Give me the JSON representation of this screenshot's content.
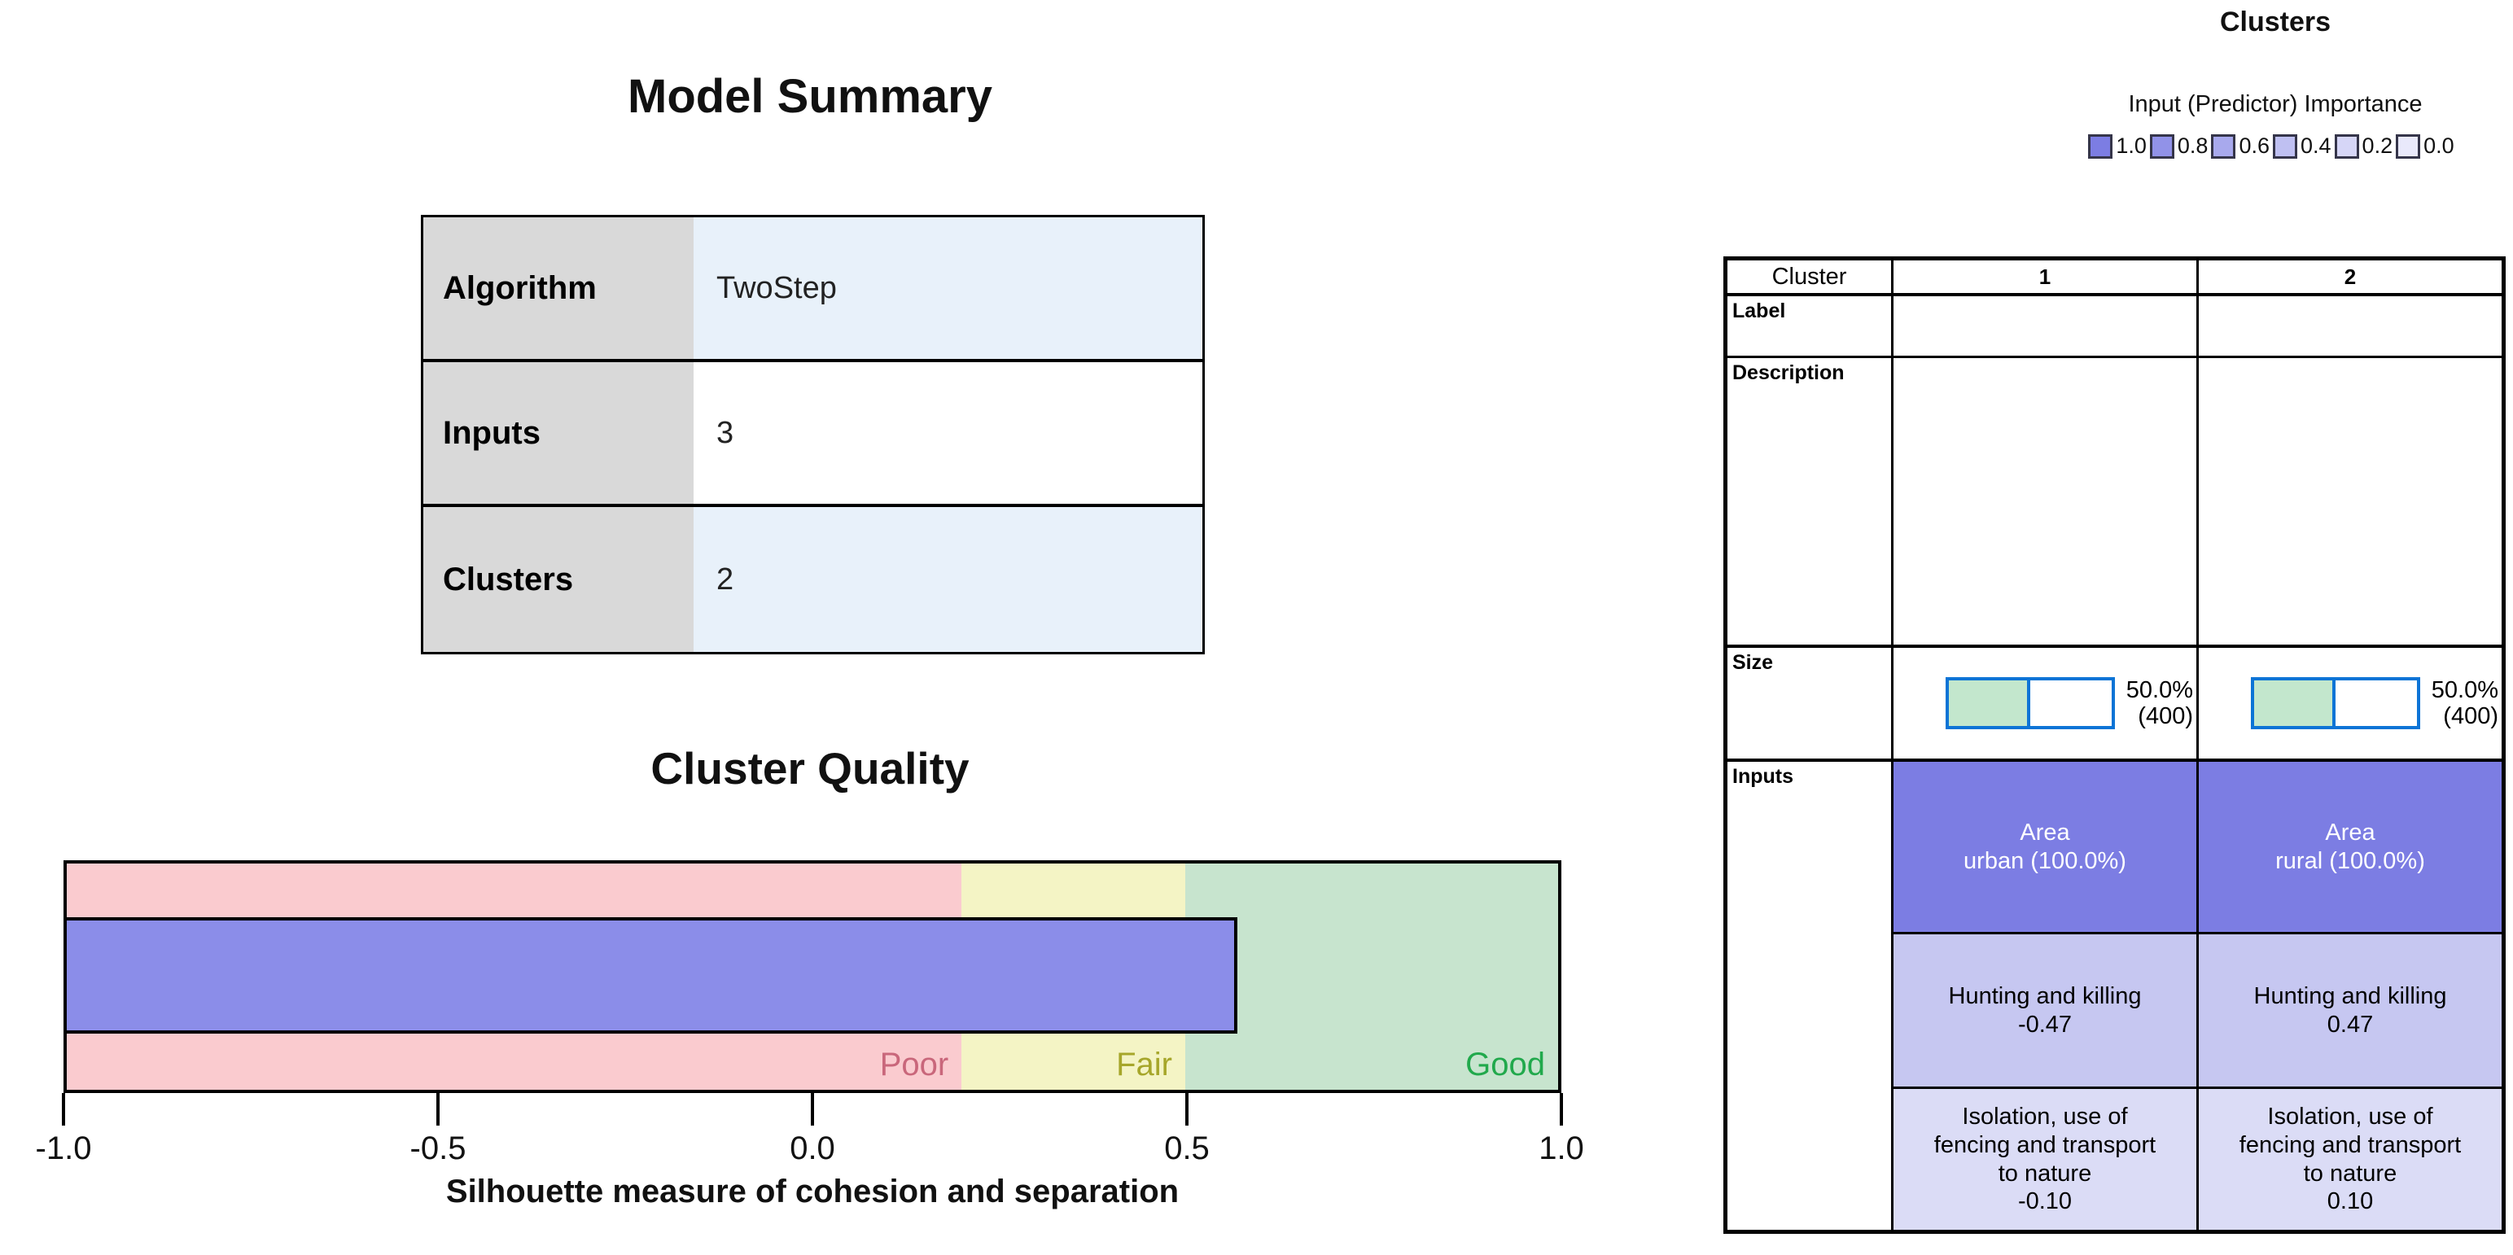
{
  "model_summary": {
    "title": "Model Summary",
    "rows": [
      {
        "label": "Algorithm",
        "value": "TwoStep"
      },
      {
        "label": "Inputs",
        "value": "3"
      },
      {
        "label": "Clusters",
        "value": "2"
      }
    ]
  },
  "cluster_quality": {
    "title": "Cluster Quality",
    "xlabel": "Silhouette measure of cohesion and separation",
    "xlim": [
      -1,
      1
    ],
    "ticks": [
      "-1.0",
      "-0.5",
      "0.0",
      "0.5",
      "1.0"
    ],
    "zones": [
      {
        "label": "Poor",
        "from": -1.0,
        "to": 0.2,
        "color": "#FACBCF",
        "label_color": "#C9677B"
      },
      {
        "label": "Fair",
        "from": 0.2,
        "to": 0.5,
        "color": "#F4F4C5",
        "label_color": "#A6A62A"
      },
      {
        "label": "Good",
        "from": 0.5,
        "to": 1.0,
        "color": "#C7E4CE",
        "label_color": "#21A94C"
      }
    ],
    "bar": {
      "value": 0.57,
      "from": -1.0,
      "color": "#8B8DE9"
    }
  },
  "clusters_panel": {
    "title": "Clusters",
    "subtitle": "Input (Predictor) Importance",
    "legend": [
      {
        "label": "1.0",
        "color": "#7C7DE3"
      },
      {
        "label": "0.8",
        "color": "#9192E8"
      },
      {
        "label": "0.6",
        "color": "#A8A9ED"
      },
      {
        "label": "0.4",
        "color": "#BFC0F2"
      },
      {
        "label": "0.2",
        "color": "#D6D6F7"
      },
      {
        "label": "0.0",
        "color": "#E9E9FB"
      }
    ],
    "table": {
      "corner": "Cluster",
      "col1": "1",
      "col2": "2",
      "row_labels": {
        "label": "Label",
        "description": "Description",
        "size": "Size",
        "inputs": "Inputs"
      },
      "size": {
        "bar_fill_color": "#C3E7CD",
        "bar_border_color": "#0C74D6",
        "c1": {
          "percent": "50.0%",
          "count": "(400)",
          "fraction": 0.5
        },
        "c2": {
          "percent": "50.0%",
          "count": "(400)",
          "fraction": 0.5
        }
      },
      "inputs": [
        {
          "c1": [
            "Area",
            "urban (100.0%)"
          ],
          "c2": [
            "Area",
            "rural (100.0%)"
          ],
          "bg": "#7C7DE3",
          "fg": "#FFFFFF"
        },
        {
          "c1": [
            "Hunting and killing",
            "-0.47"
          ],
          "c2": [
            "Hunting and killing",
            "0.47"
          ],
          "bg": "#C6C7F1",
          "fg": "#000000"
        },
        {
          "c1": [
            "Isolation, use of",
            "fencing and transport",
            "to nature",
            "-0.10"
          ],
          "c2": [
            "Isolation, use of",
            "fencing and transport",
            "to nature",
            "0.10"
          ],
          "bg": "#DBDCF6",
          "fg": "#000000"
        }
      ]
    }
  },
  "chart_data": [
    {
      "type": "table",
      "title": "Model Summary",
      "rows": [
        [
          "Algorithm",
          "TwoStep"
        ],
        [
          "Inputs",
          "3"
        ],
        [
          "Clusters",
          "2"
        ]
      ]
    },
    {
      "type": "bar",
      "title": "Cluster Quality",
      "xlabel": "Silhouette measure of cohesion and separation",
      "xlim": [
        -1,
        1
      ],
      "xticks": [
        -1.0,
        -0.5,
        0.0,
        0.5,
        1.0
      ],
      "orientation": "horizontal",
      "values": [
        0.57
      ],
      "series_label": "Silhouette measure",
      "bands": [
        {
          "label": "Poor",
          "range": [
            -1.0,
            0.2
          ]
        },
        {
          "label": "Fair",
          "range": [
            0.2,
            0.5
          ]
        },
        {
          "label": "Good",
          "range": [
            0.5,
            1.0
          ]
        }
      ],
      "grid": false,
      "legend_position": "none"
    },
    {
      "type": "table",
      "title": "Clusters",
      "subtitle": "Input (Predictor) Importance",
      "legend": [
        "1.0",
        "0.8",
        "0.6",
        "0.4",
        "0.2",
        "0.0"
      ],
      "columns": [
        "Cluster",
        "1",
        "2"
      ],
      "rows": [
        [
          "Label",
          "",
          ""
        ],
        [
          "Description",
          "",
          ""
        ],
        [
          "Size",
          "50.0% (400)",
          "50.0% (400)"
        ],
        [
          "Inputs",
          "Area urban (100.0%)",
          "Area rural (100.0%)"
        ],
        [
          "",
          "Hunting and killing -0.47",
          "Hunting and killing 0.47"
        ],
        [
          "",
          "Isolation, use of fencing and transport to nature -0.10",
          "Isolation, use of fencing and transport to nature 0.10"
        ]
      ]
    }
  ]
}
